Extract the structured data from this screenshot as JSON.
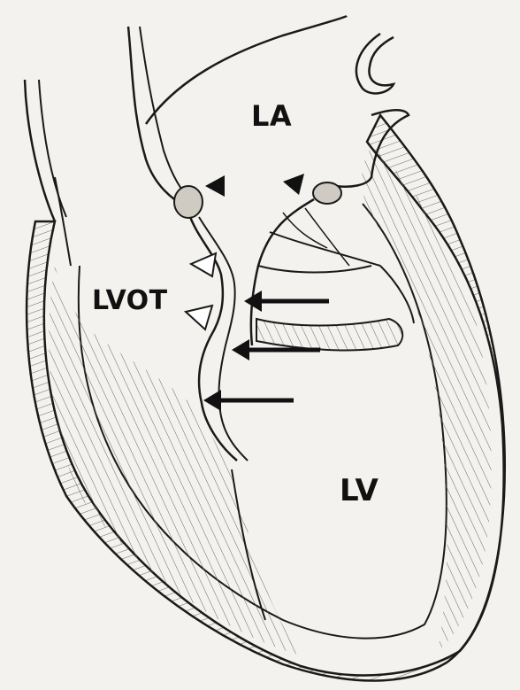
{
  "labels": {
    "la": "LA",
    "lvot": "LVOT",
    "lv": "LV"
  },
  "colors": {
    "background": "#f4f2ee",
    "ink": "#1a1a1a",
    "hatch": "#555555"
  }
}
